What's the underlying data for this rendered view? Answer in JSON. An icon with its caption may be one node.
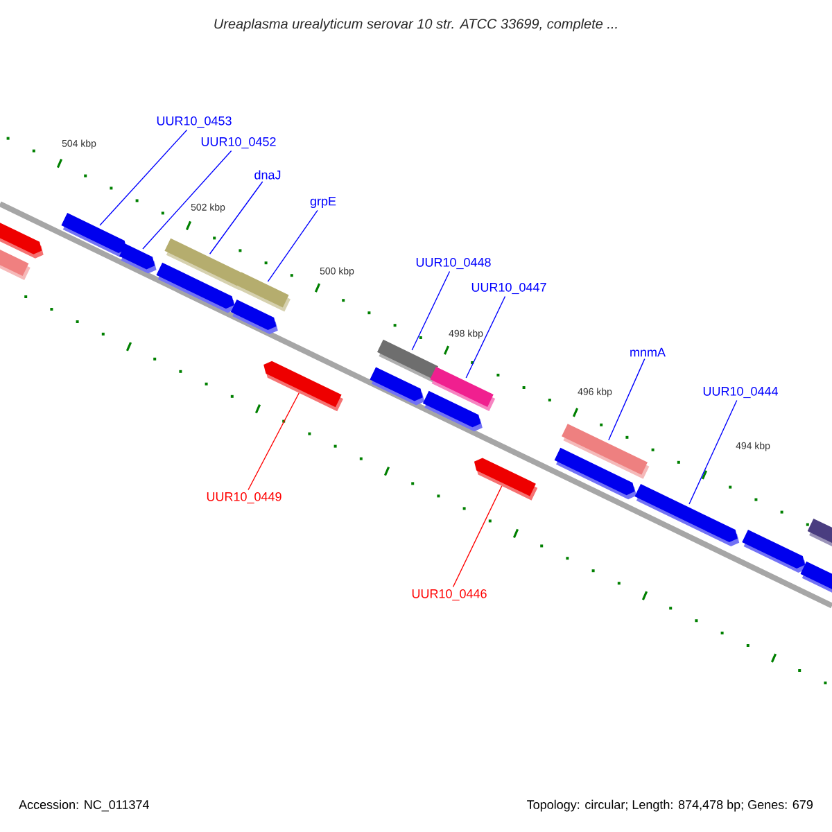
{
  "diagram": {
    "title": "Ureaplasma urealyticum serovar 10 str. ATCC 33699, complete ...",
    "nodes": [
      {
        "text": [
          "UUR10_0453"
        ]
      },
      {
        "text": [
          "UUR10_0452"
        ]
      },
      {
        "text": [
          "dnaJ"
        ]
      },
      {
        "text": [
          "grpE"
        ]
      },
      {
        "text": [
          "UUR10_0448"
        ]
      },
      {
        "text": [
          "UUR10_0447"
        ]
      },
      {
        "text": [
          "mnmA"
        ]
      },
      {
        "text": [
          "UUR10_0444"
        ]
      },
      {
        "text": [
          "UUR10_0449"
        ]
      },
      {
        "text": [
          "UUR10_0446"
        ]
      },
      {
        "text": [],
        "shape": "bar"
      },
      {
        "text": [],
        "shape": "bar"
      },
      {
        "text": [],
        "shape": "bar"
      },
      {
        "text": [],
        "shape": "bar"
      },
      {
        "text": [],
        "shape": "bar"
      },
      {
        "text": [],
        "shape": "bar"
      },
      {
        "text": [],
        "shape": "bar"
      },
      {
        "text": [],
        "shape": "bar"
      },
      {
        "text": [],
        "shape": "bar"
      },
      {
        "text": [],
        "shape": "bar"
      },
      {
        "text": [],
        "shape": "bar"
      },
      {
        "text": [],
        "shape": "bar"
      },
      {
        "text": [],
        "shape": "bar"
      },
      {
        "text": [],
        "shape": "bar"
      },
      {
        "text": [],
        "shape": "bar"
      },
      {
        "text": [],
        "shape": "bar"
      },
      {
        "text": [],
        "shape": "bar"
      },
      {
        "text": [],
        "shape": "bar"
      },
      {
        "text": [],
        "shape": "bar"
      },
      {
        "text": [],
        "shape": "bar"
      }
    ],
    "edges": [
      {
        "from": 0,
        "to": 12,
        "arrow": "none"
      },
      {
        "from": 1,
        "to": 13,
        "arrow": "none"
      },
      {
        "from": 2,
        "to": 14,
        "arrow": "none"
      },
      {
        "from": 3,
        "to": 15,
        "arrow": "none"
      },
      {
        "from": 4,
        "to": 19,
        "arrow": "none"
      },
      {
        "from": 5,
        "to": 21,
        "arrow": "none"
      },
      {
        "from": 6,
        "to": 24,
        "arrow": "none"
      },
      {
        "from": 7,
        "to": 26,
        "arrow": "none"
      },
      {
        "from": 8,
        "to": 18,
        "arrow": "none",
        "color": "#ff0000"
      },
      {
        "from": 9,
        "to": 23,
        "arrow": "none",
        "color": "#ff0000"
      }
    ],
    "labels": [
      "504 kbp",
      "502 kbp",
      "500 kbp",
      "498 kbp",
      "496 kbp",
      "494 kbp",
      "Accession: NC_011374",
      "Topology: circular; Length: 874,478 bp; Genes: 679"
    ]
  }
}
